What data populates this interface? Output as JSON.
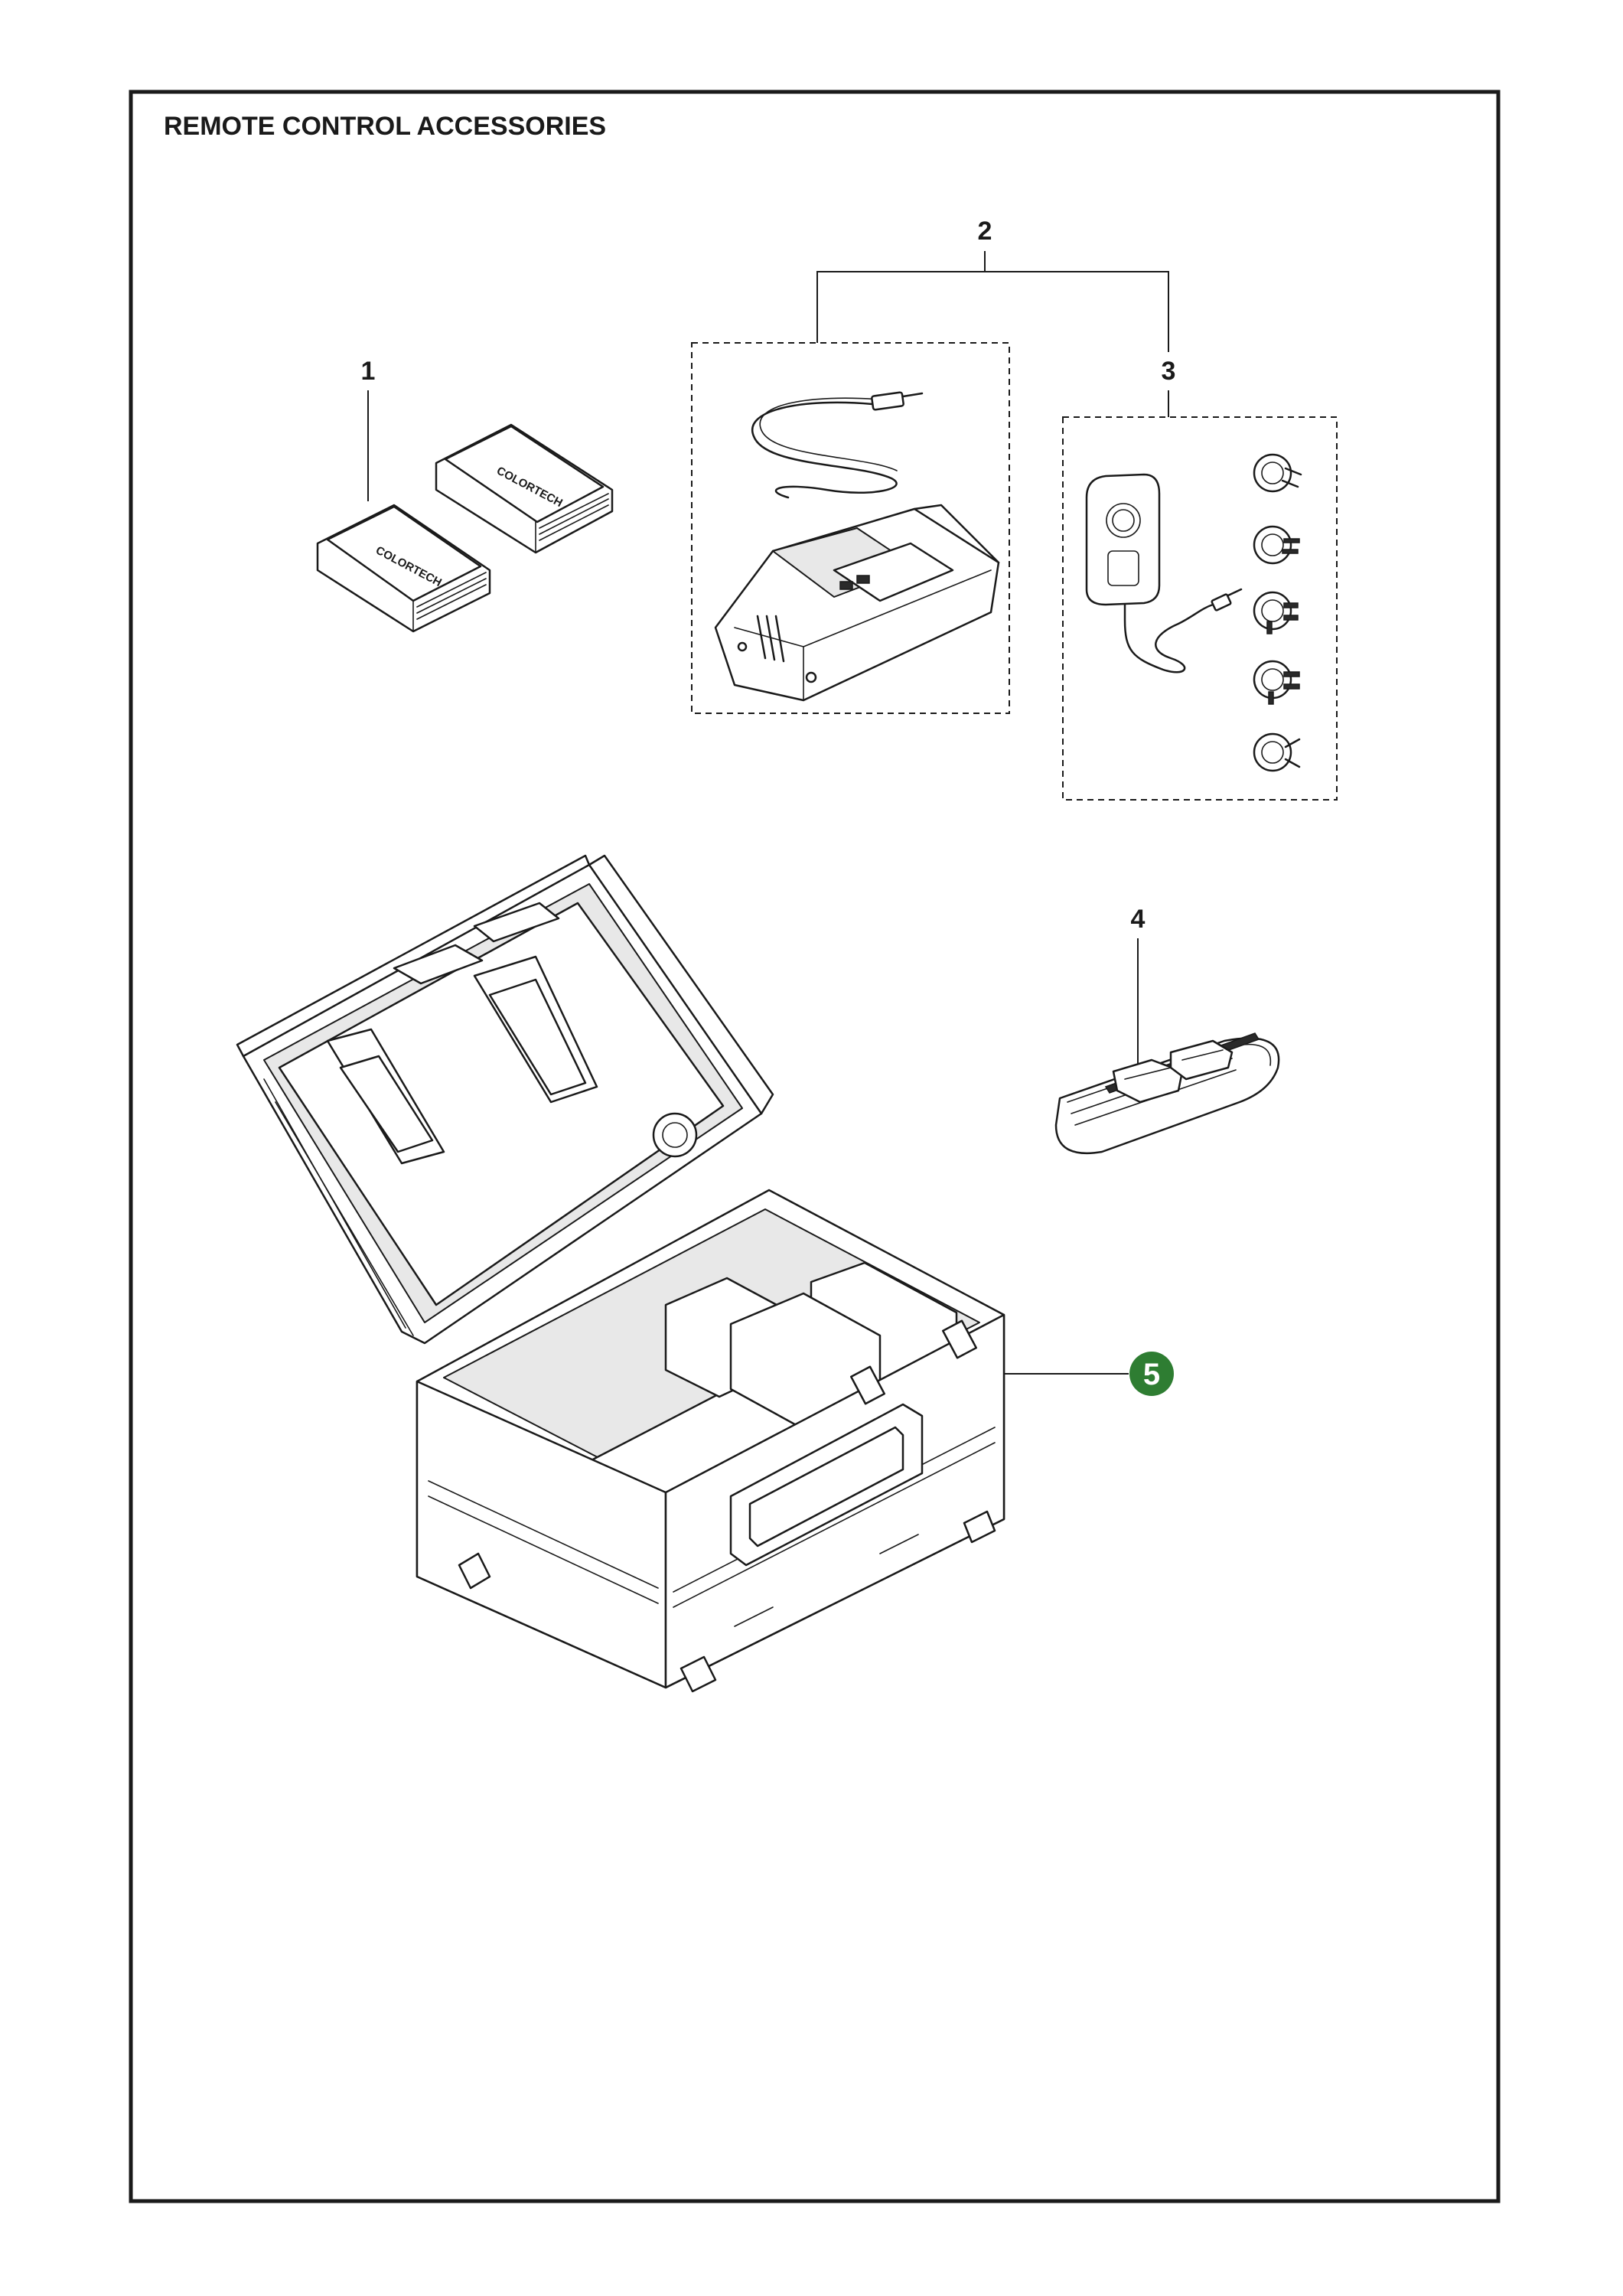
{
  "page": {
    "title": "REMOTE CONTROL ACCESSORIES"
  },
  "callouts": [
    {
      "id": "1",
      "label": "1",
      "part": "battery-packs",
      "highlighted": false
    },
    {
      "id": "2",
      "label": "2",
      "part": "charger-kit",
      "highlighted": false
    },
    {
      "id": "3",
      "label": "3",
      "part": "power-adapter-with-plugs",
      "highlighted": false
    },
    {
      "id": "4",
      "label": "4",
      "part": "strap-clip",
      "highlighted": false
    },
    {
      "id": "5",
      "label": "5",
      "part": "carrying-case",
      "highlighted": true
    }
  ],
  "colors": {
    "line": "#1a1a1a",
    "highlight": "#2e7d32",
    "background": "#ffffff"
  },
  "battery_logo_text": "COLORTECH",
  "icons": [
    "battery-icon",
    "cable-icon",
    "charger-cradle-icon",
    "power-adapter-icon",
    "plug-adapter-icon",
    "strap-clip-icon",
    "carrying-case-icon"
  ]
}
